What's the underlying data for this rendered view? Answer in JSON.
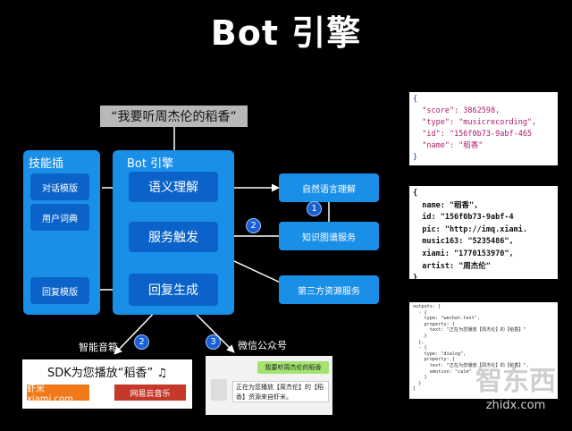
{
  "title": "Bot 引擎",
  "query": "“我要听周杰伦的稻香”",
  "skill_panel": {
    "title": "技能插",
    "items": [
      "对话模版",
      "用户词典",
      "回复模版"
    ]
  },
  "engine_panel": {
    "title": "Bot 引擎",
    "stages": [
      "语义理解",
      "服务触发",
      "回复生成"
    ]
  },
  "services": [
    "自然语言理解",
    "知识图谱服务",
    "第三方资源服务"
  ],
  "badges": [
    "1",
    "2",
    "2",
    "3",
    "1",
    "2",
    "3"
  ],
  "outputs": {
    "speaker_label": "智能音箱",
    "wechat_label": "微信公众号",
    "sdk_text": "SDK为您播放“稻香” ♫",
    "xiami_logo": "虾米 xiami.com",
    "netease_logo": "网易云音乐",
    "wechat_user_msg": "我要听周杰伦的稻香",
    "wechat_bot_msg": "正在为您播放【周杰伦】的【稻香】资源来自虾米。"
  },
  "code1": [
    "{",
    "  \"score\": 3862598,",
    "  \"type\": \"musicrecording\",",
    "  \"id\": \"156f0b73-9abf-465",
    "  \"name\": \"稻香\"",
    "}"
  ],
  "code2": [
    "{",
    "  name: \"稻香\",",
    "  id: \"156f0b73-9abf-4",
    "  pic: \"http://imq.xiami.",
    "  music163: \"5235486\",",
    "  xiami: \"1770153970\",",
    "  artist: \"周杰伦\"",
    "}"
  ],
  "code3": [
    "outputs: [",
    "  - {",
    "    type: \"wechat.text\",",
    "    property: {",
    "      text: \"正在为您播放【周杰伦】的【稻香】\"",
    "    }",
    "  },",
    "  - {",
    "    type: \"dialog\",",
    "    property: {",
    "      text: \"正在为您播放【周杰伦】的【稻香】\",",
    "      emotion: \"calm\"",
    "    }",
    "  }",
    "]"
  ],
  "watermark": "智东西",
  "watermark_sub": "zhidx.com"
}
